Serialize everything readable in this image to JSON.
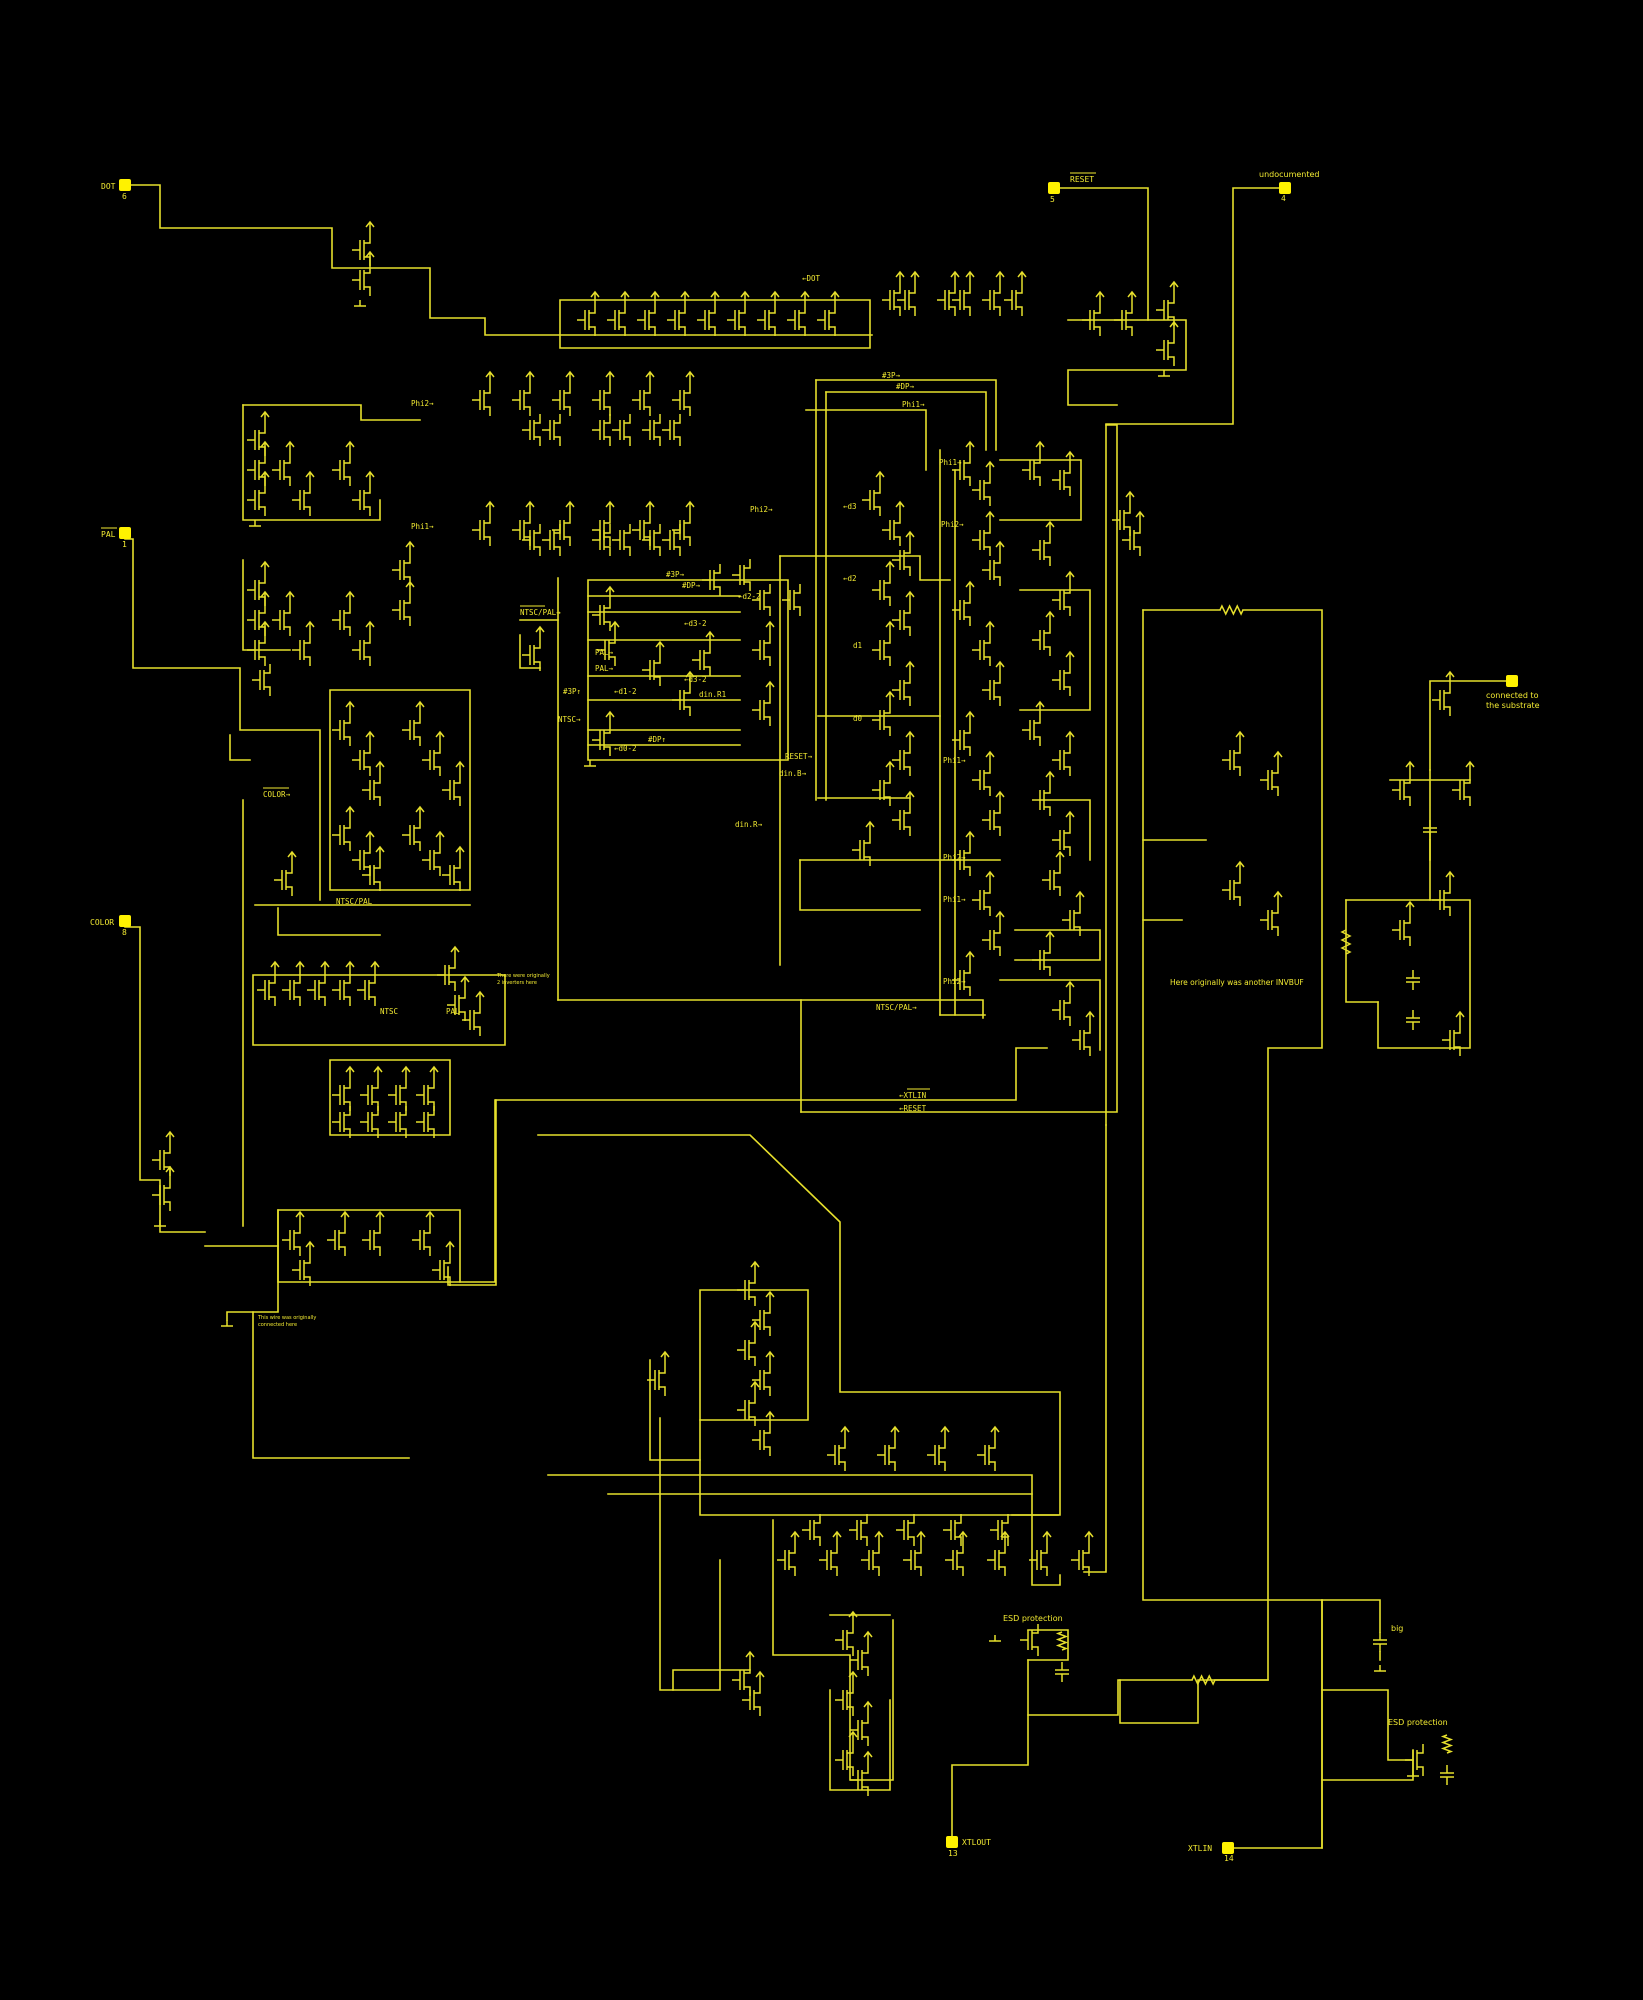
{
  "colors": {
    "background": "#000000",
    "trace": "#e6df2c",
    "pad": "#fff200",
    "text": "#f2ea32"
  },
  "pins": [
    {
      "id": "dot",
      "label": "DOT",
      "number": "6",
      "overline": false
    },
    {
      "id": "pal",
      "label": "PAL",
      "number": "1",
      "overline": true
    },
    {
      "id": "color",
      "label": "COLOR",
      "number": "8",
      "overline": false
    },
    {
      "id": "reset",
      "label": "RESET",
      "number": "5",
      "overline": true
    },
    {
      "id": "undoc",
      "label": "undocumented",
      "number": "4",
      "overline": false
    },
    {
      "id": "subst",
      "label": "connected to",
      "label2": "the substrate",
      "number": "",
      "overline": false
    },
    {
      "id": "xtlout",
      "label": "XTLOUT",
      "number": "13",
      "overline": false
    },
    {
      "id": "xtlin",
      "label": "XTLIN",
      "number": "14",
      "overline": false
    }
  ],
  "signals": [
    {
      "text": "←DOT"
    },
    {
      "text": "#3P→"
    },
    {
      "text": "#DP→"
    },
    {
      "text": "Phi1→"
    },
    {
      "text": "Phi2→"
    },
    {
      "text": "Phi2→"
    },
    {
      "text": "Phi1→"
    },
    {
      "text": "Phi1→"
    },
    {
      "text": "Phi2→"
    },
    {
      "text": "←d3"
    },
    {
      "text": "←d2"
    },
    {
      "text": "#3P→"
    },
    {
      "text": "#DP→"
    },
    {
      "text": "←d2-2"
    },
    {
      "text": "←d3-2"
    },
    {
      "text": "←d3-2"
    },
    {
      "text": "←d1-2"
    },
    {
      "text": "←d0-2"
    },
    {
      "text": "NTSC/PAL→"
    },
    {
      "text": "PAL→"
    },
    {
      "text": "PAL→"
    },
    {
      "text": "#3P↑"
    },
    {
      "text": "NTSC→"
    },
    {
      "text": "#DP↑"
    },
    {
      "text": "din.R1"
    },
    {
      "text": "RESET→"
    },
    {
      "text": "din.B→"
    },
    {
      "text": "din.R→"
    },
    {
      "text": "d1"
    },
    {
      "text": "d0"
    },
    {
      "text": "Phi1→"
    },
    {
      "text": "Phi2→"
    },
    {
      "text": "Phi1→"
    },
    {
      "text": "Phi2→"
    },
    {
      "text": "NTSC/PAL→"
    },
    {
      "text": "←XTLIN"
    },
    {
      "text": "←RESET"
    },
    {
      "text": "COLOR→"
    },
    {
      "text": "NTSC/PAL"
    },
    {
      "text": "NTSC"
    },
    {
      "text": "PAL"
    }
  ],
  "notes": [
    {
      "text": "Here originally was another INVBUF"
    },
    {
      "text": "There were originally"
    },
    {
      "text": "2 inverters here"
    },
    {
      "text": "This wire was originally"
    },
    {
      "text": "connected here"
    },
    {
      "text": "ESD protection"
    },
    {
      "text": "ESD protection"
    },
    {
      "text": "big"
    }
  ]
}
